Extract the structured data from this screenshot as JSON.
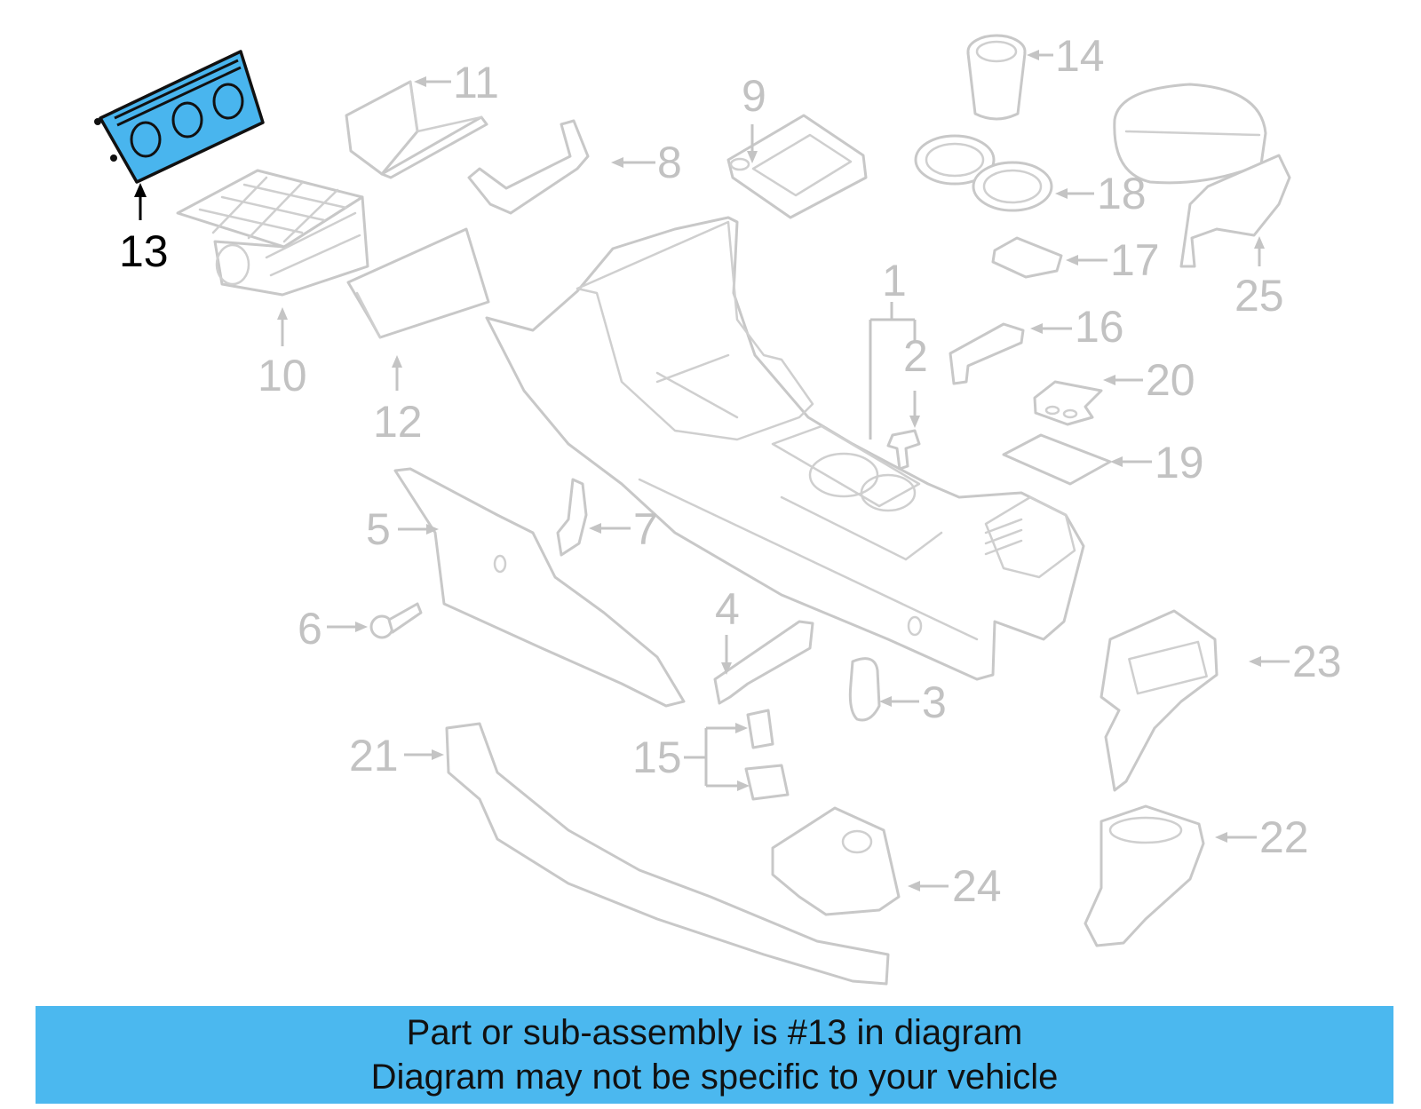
{
  "diagram": {
    "highlighted_part": "13",
    "callouts": [
      "1",
      "2",
      "3",
      "4",
      "5",
      "6",
      "7",
      "8",
      "9",
      "10",
      "11",
      "12",
      "13",
      "14",
      "15",
      "16",
      "17",
      "18",
      "19",
      "20",
      "21",
      "22",
      "23",
      "24",
      "25"
    ]
  },
  "banner": {
    "line1": "Part or sub-assembly is #13 in diagram",
    "line2": "Diagram may not be specific to your vehicle"
  },
  "colors": {
    "highlight_fill": "#49b5ee",
    "banner_background": "#4bb8ef",
    "part_outline": "#c8c8c8",
    "callout_text": "#c2c2c2"
  }
}
